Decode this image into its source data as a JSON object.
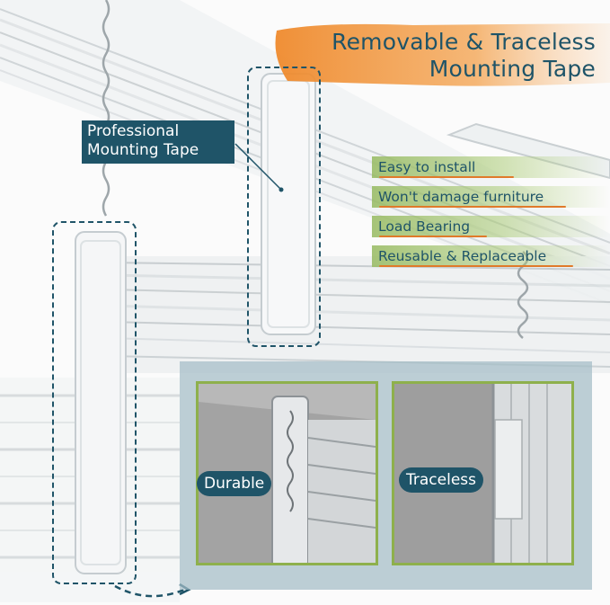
{
  "headline": {
    "line1": "Removable & Traceless",
    "line2": "Mounting Tape"
  },
  "callout": {
    "line1": "Professional",
    "line2": "Mounting Tape"
  },
  "features": [
    {
      "label": "Easy to install"
    },
    {
      "label": "Won't damage furniture"
    },
    {
      "label": "Load Bearing"
    },
    {
      "label": "Reusable & Replaceable"
    }
  ],
  "insets": [
    {
      "label": "Durable"
    },
    {
      "label": "Traceless"
    }
  ],
  "colors": {
    "brand": "#1f5468",
    "accent_orange": "#e07a2a",
    "accent_green": "#8eb04c",
    "panel": "#a4bcc6"
  },
  "icons": {
    "arrow": "curved-dashed-arrow-icon",
    "zipper": "zigzag-zipper-icon"
  }
}
